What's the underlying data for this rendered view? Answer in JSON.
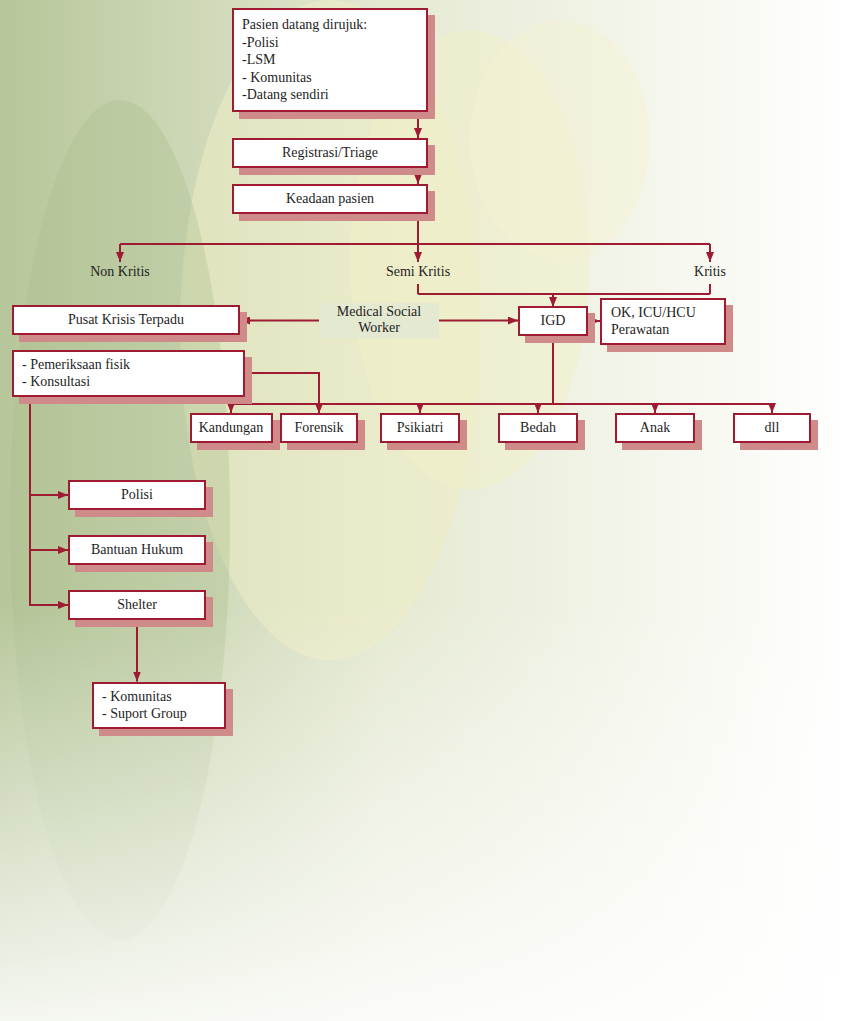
{
  "diagram": {
    "nodes": [
      {
        "text": [
          "Pasien datang dirujuk:",
          "-Polisi",
          "-LSM",
          "- Komunitas",
          "-Datang sendiri"
        ]
      },
      {
        "text": [
          "Registrasi/Triage"
        ]
      },
      {
        "text": [
          "Keadaan pasien"
        ]
      },
      {
        "text": [
          "Pusat Krisis Terpadu"
        ]
      },
      {
        "text": [
          "IGD"
        ]
      },
      {
        "text": [
          "OK, ICU/HCU Perawatan"
        ]
      },
      {
        "text": [
          "- Pemeriksaan fisik",
          "- Konsultasi"
        ]
      },
      {
        "text": [
          "Kandungan"
        ]
      },
      {
        "text": [
          "Forensik"
        ]
      },
      {
        "text": [
          "Psikiatri"
        ]
      },
      {
        "text": [
          "Bedah"
        ]
      },
      {
        "text": [
          "Anak"
        ]
      },
      {
        "text": [
          "dll"
        ]
      },
      {
        "text": [
          "Polisi"
        ]
      },
      {
        "text": [
          "Bantuan Hukum"
        ]
      },
      {
        "text": [
          "Shelter"
        ]
      },
      {
        "text": [
          "- Komunitas",
          "- Suport Group"
        ]
      }
    ],
    "edges": [
      {
        "from": 0,
        "to": 1,
        "arrow": "to"
      },
      {
        "from": 1,
        "to": 2,
        "arrow": "to"
      },
      {
        "from": 3,
        "to": 4,
        "label": "Medical Social Worker",
        "arrow": "both"
      },
      {
        "from": 4,
        "to": 5,
        "arrow": "to"
      },
      {
        "from": 4,
        "to": 7,
        "arrow": "to"
      },
      {
        "from": 4,
        "to": 8,
        "arrow": "to"
      },
      {
        "from": 4,
        "to": 9,
        "arrow": "to"
      },
      {
        "from": 4,
        "to": 10,
        "arrow": "to"
      },
      {
        "from": 4,
        "to": 11,
        "arrow": "to"
      },
      {
        "from": 4,
        "to": 12,
        "arrow": "to"
      },
      {
        "from": 6,
        "to": 8,
        "arrow": "to"
      },
      {
        "from": 6,
        "to": 13,
        "arrow": "to"
      },
      {
        "from": 6,
        "to": 14,
        "arrow": "to"
      },
      {
        "from": 6,
        "to": 15,
        "arrow": "to"
      },
      {
        "from": 15,
        "to": 16,
        "arrow": "to"
      }
    ],
    "labels": [
      "Non Kritis",
      "Semi Kritis",
      "Kritis"
    ]
  }
}
